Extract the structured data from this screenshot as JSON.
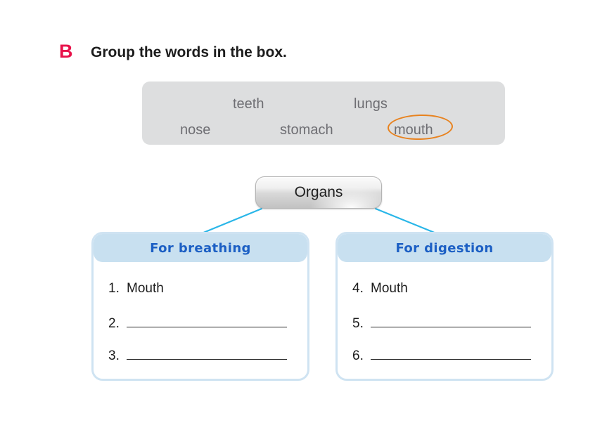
{
  "exercise": {
    "letter": "B",
    "instruction": "Group the words in the box.",
    "letter_color": "#e8124a"
  },
  "word_bank": {
    "background_color": "#dddedf",
    "text_color": "#6e6e73",
    "highlight_color": "#e8821e",
    "words": [
      {
        "id": "teeth",
        "label": "teeth",
        "circled": false
      },
      {
        "id": "lungs",
        "label": "lungs",
        "circled": false
      },
      {
        "id": "nose",
        "label": "nose",
        "circled": false
      },
      {
        "id": "stomach",
        "label": "stomach",
        "circled": false
      },
      {
        "id": "mouth",
        "label": "mouth",
        "circled": true
      }
    ]
  },
  "diagram": {
    "root_label": "Organs",
    "connector_color": "#29b6e8",
    "branches": [
      {
        "id": "breathing",
        "header": "For breathing",
        "header_bg": "#c8e0f0",
        "header_text_color": "#1c5fc4",
        "items": [
          {
            "number": "1.",
            "value": "Mouth",
            "blank": false
          },
          {
            "number": "2.",
            "value": "",
            "blank": true
          },
          {
            "number": "3.",
            "value": "",
            "blank": true
          }
        ]
      },
      {
        "id": "digestion",
        "header": "For digestion",
        "header_bg": "#c8e0f0",
        "header_text_color": "#1c5fc4",
        "items": [
          {
            "number": "4.",
            "value": "Mouth",
            "blank": false
          },
          {
            "number": "5.",
            "value": "",
            "blank": true
          },
          {
            "number": "6.",
            "value": "",
            "blank": true
          }
        ]
      }
    ]
  }
}
